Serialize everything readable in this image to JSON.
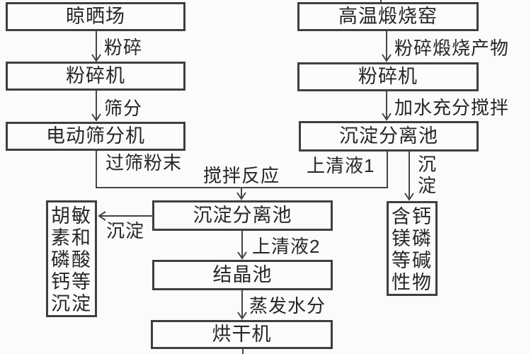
{
  "flowchart": {
    "title_hint": "磷肥/腐植酸生产工艺流程图",
    "nodes": {
      "drying_field": "晾晒场",
      "crusher_left": "粉碎机",
      "electric_sieving_machine": "电动筛分机",
      "high_temp_calcination_kiln": "高温煅烧窑",
      "crusher_right": "粉碎机",
      "sedimentation_pool_1": "沉淀分离池",
      "sedimentation_pool_2": "沉淀分离池",
      "humin_calcium_phosphate_precipitate": "胡敏素和磷酸钙等沉淀",
      "ca_mg_p_alkaline_matter": "含钙镁磷等碱性物",
      "crystallization_pool": "结晶池",
      "dryer": "烘干机"
    },
    "edge_labels": {
      "crush": "粉碎",
      "sieve": "筛分",
      "sieved_powder": "过筛粉末",
      "crushed_calcined_product": "粉碎煅烧产物",
      "add_water_stir": "加水充分搅拌",
      "supernatant_1": "上清液1",
      "precipitate_right": "沉淀",
      "stirring_reaction": "搅拌反应",
      "precipitate_left": "沉淀",
      "supernatant_2": "上清液2",
      "evaporate_water": "蒸发水分"
    },
    "colors": {
      "line": "#454545",
      "border": "#3f3f3f",
      "text": "#262626",
      "background": "#fbfbfb"
    }
  }
}
